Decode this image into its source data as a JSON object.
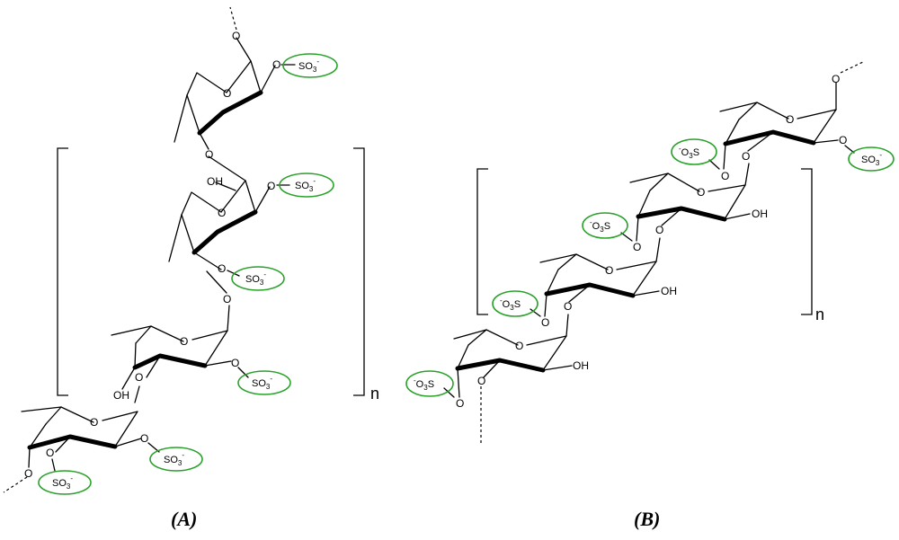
{
  "figure_a": {
    "caption": "(A)",
    "repeat_index": "n",
    "atom_o": "O",
    "hydroxyl": "OH",
    "sulfate_label": "SO",
    "sulfate_sub": "3",
    "sulfate_charge": "-"
  },
  "figure_b": {
    "caption": "(B)",
    "repeat_index": "n",
    "atom_o": "O",
    "hydroxyl": "OH",
    "sulfate_charge": "-",
    "sulfate_label": "O",
    "sulfate_sub": "3",
    "sulfate_tail": "S",
    "sulfate_label_right": "SO"
  },
  "colors": {
    "sulfate_outline": "#2aa12a",
    "bond": "#000000"
  }
}
